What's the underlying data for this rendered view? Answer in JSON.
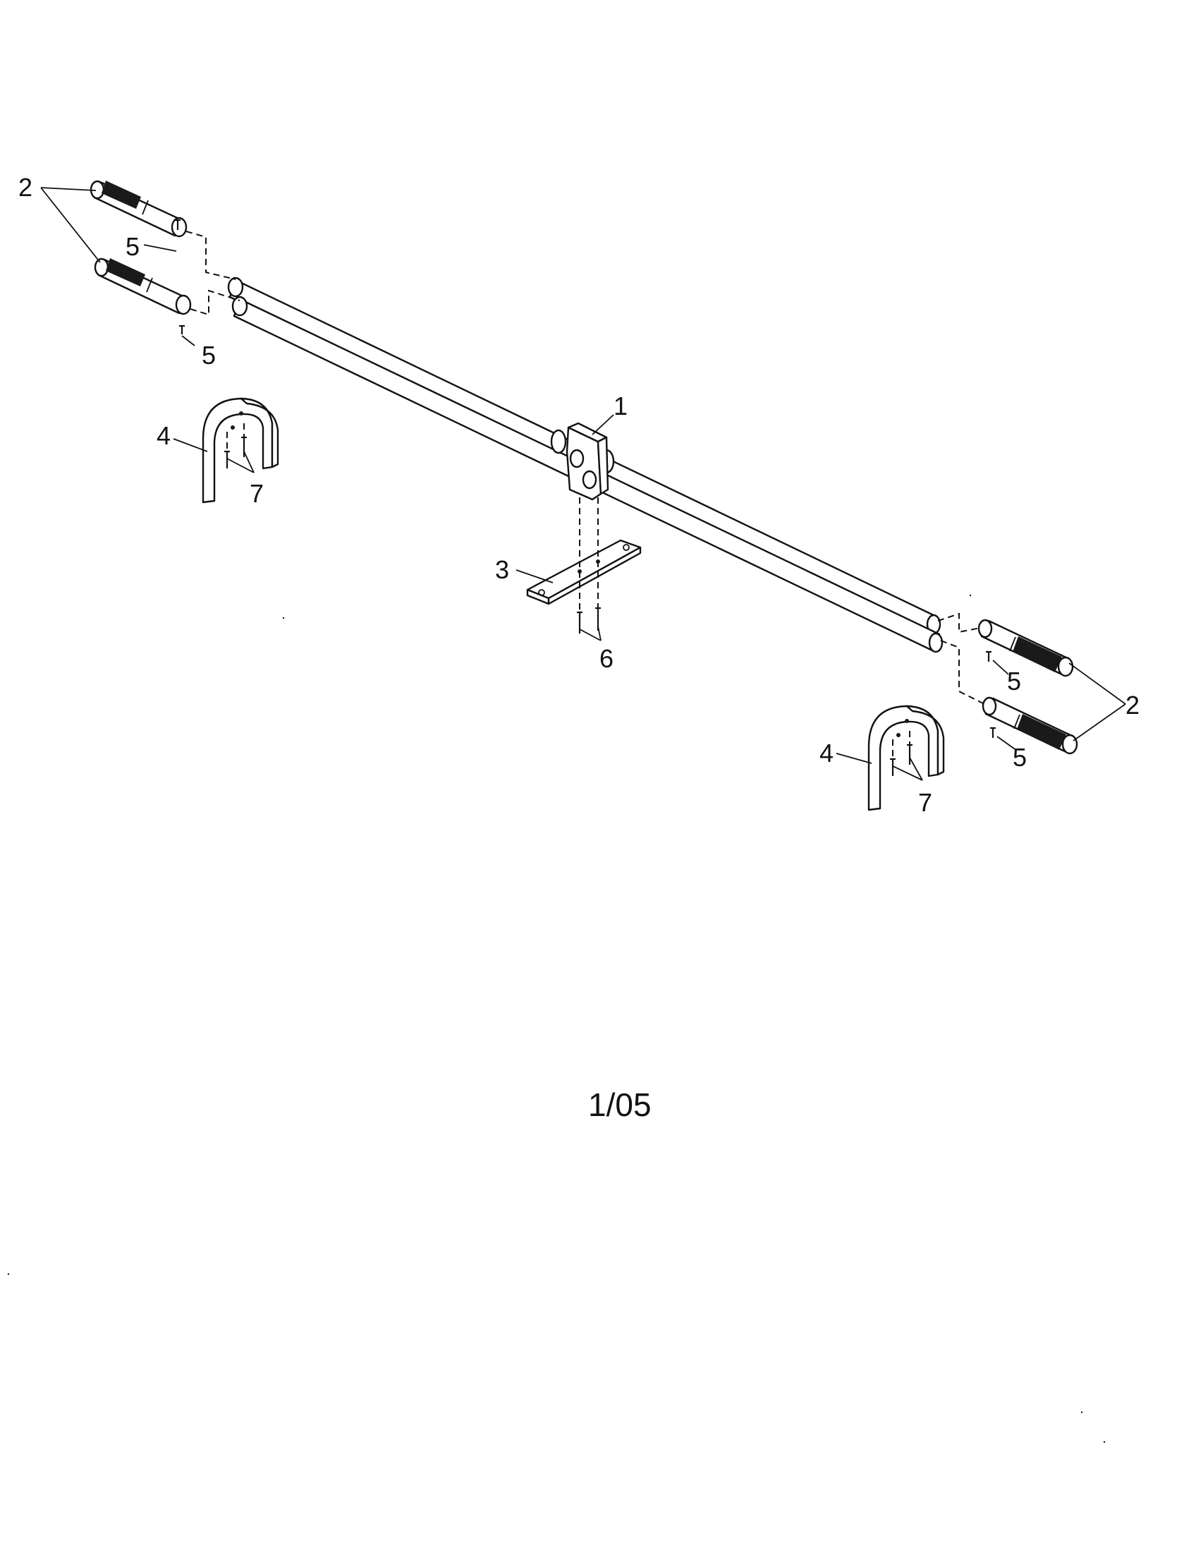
{
  "callouts": {
    "part_1": "1",
    "part_2_left": "2",
    "part_2_right": "2",
    "part_3": "3",
    "part_4_left": "4",
    "part_4_right": "4",
    "part_5_a": "5",
    "part_5_b": "5",
    "part_5_c": "5",
    "part_5_d": "5",
    "part_6": "6",
    "part_7_left": "7",
    "part_7_right": "7"
  },
  "footer": {
    "page_code": "1/05"
  }
}
